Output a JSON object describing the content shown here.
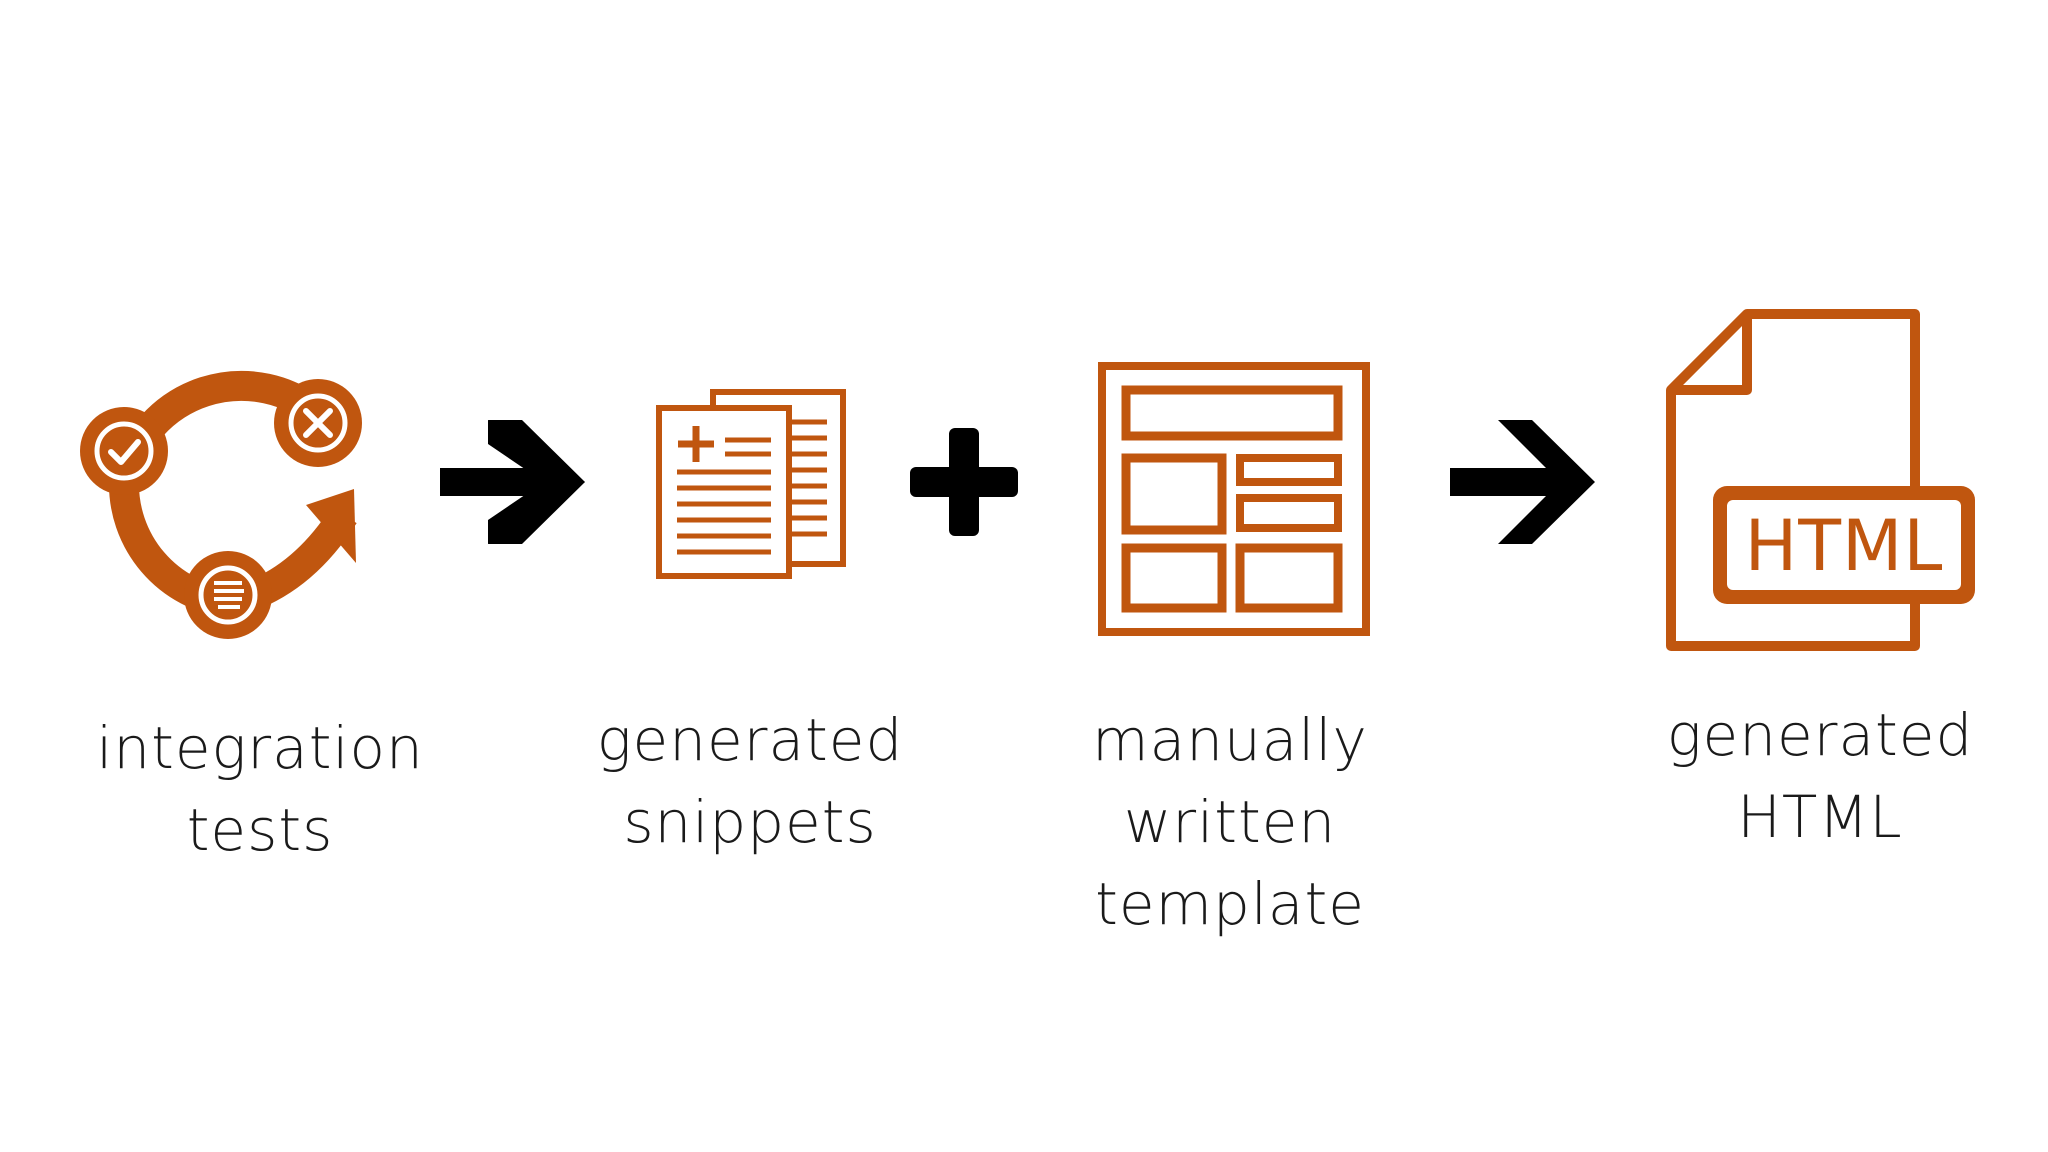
{
  "colors": {
    "accent": "#c0560f",
    "operator": "#000000",
    "text": "#1a1a1a",
    "background": "#ffffff"
  },
  "steps": [
    {
      "icon": "integration-tests-cycle-icon",
      "label_lines": [
        "integration",
        "tests"
      ]
    },
    {
      "icon": "snippets-documents-icon",
      "label_lines": [
        "generated",
        "snippets"
      ]
    },
    {
      "icon": "page-template-layout-icon",
      "label_lines": [
        "manually",
        "written",
        "template"
      ]
    },
    {
      "icon": "html-file-icon",
      "label_lines": [
        "generated",
        "HTML"
      ],
      "badge_text": "HTML"
    }
  ],
  "operators": [
    {
      "icon": "arrow-right-icon"
    },
    {
      "icon": "plus-icon"
    },
    {
      "icon": "arrow-right-icon"
    }
  ]
}
